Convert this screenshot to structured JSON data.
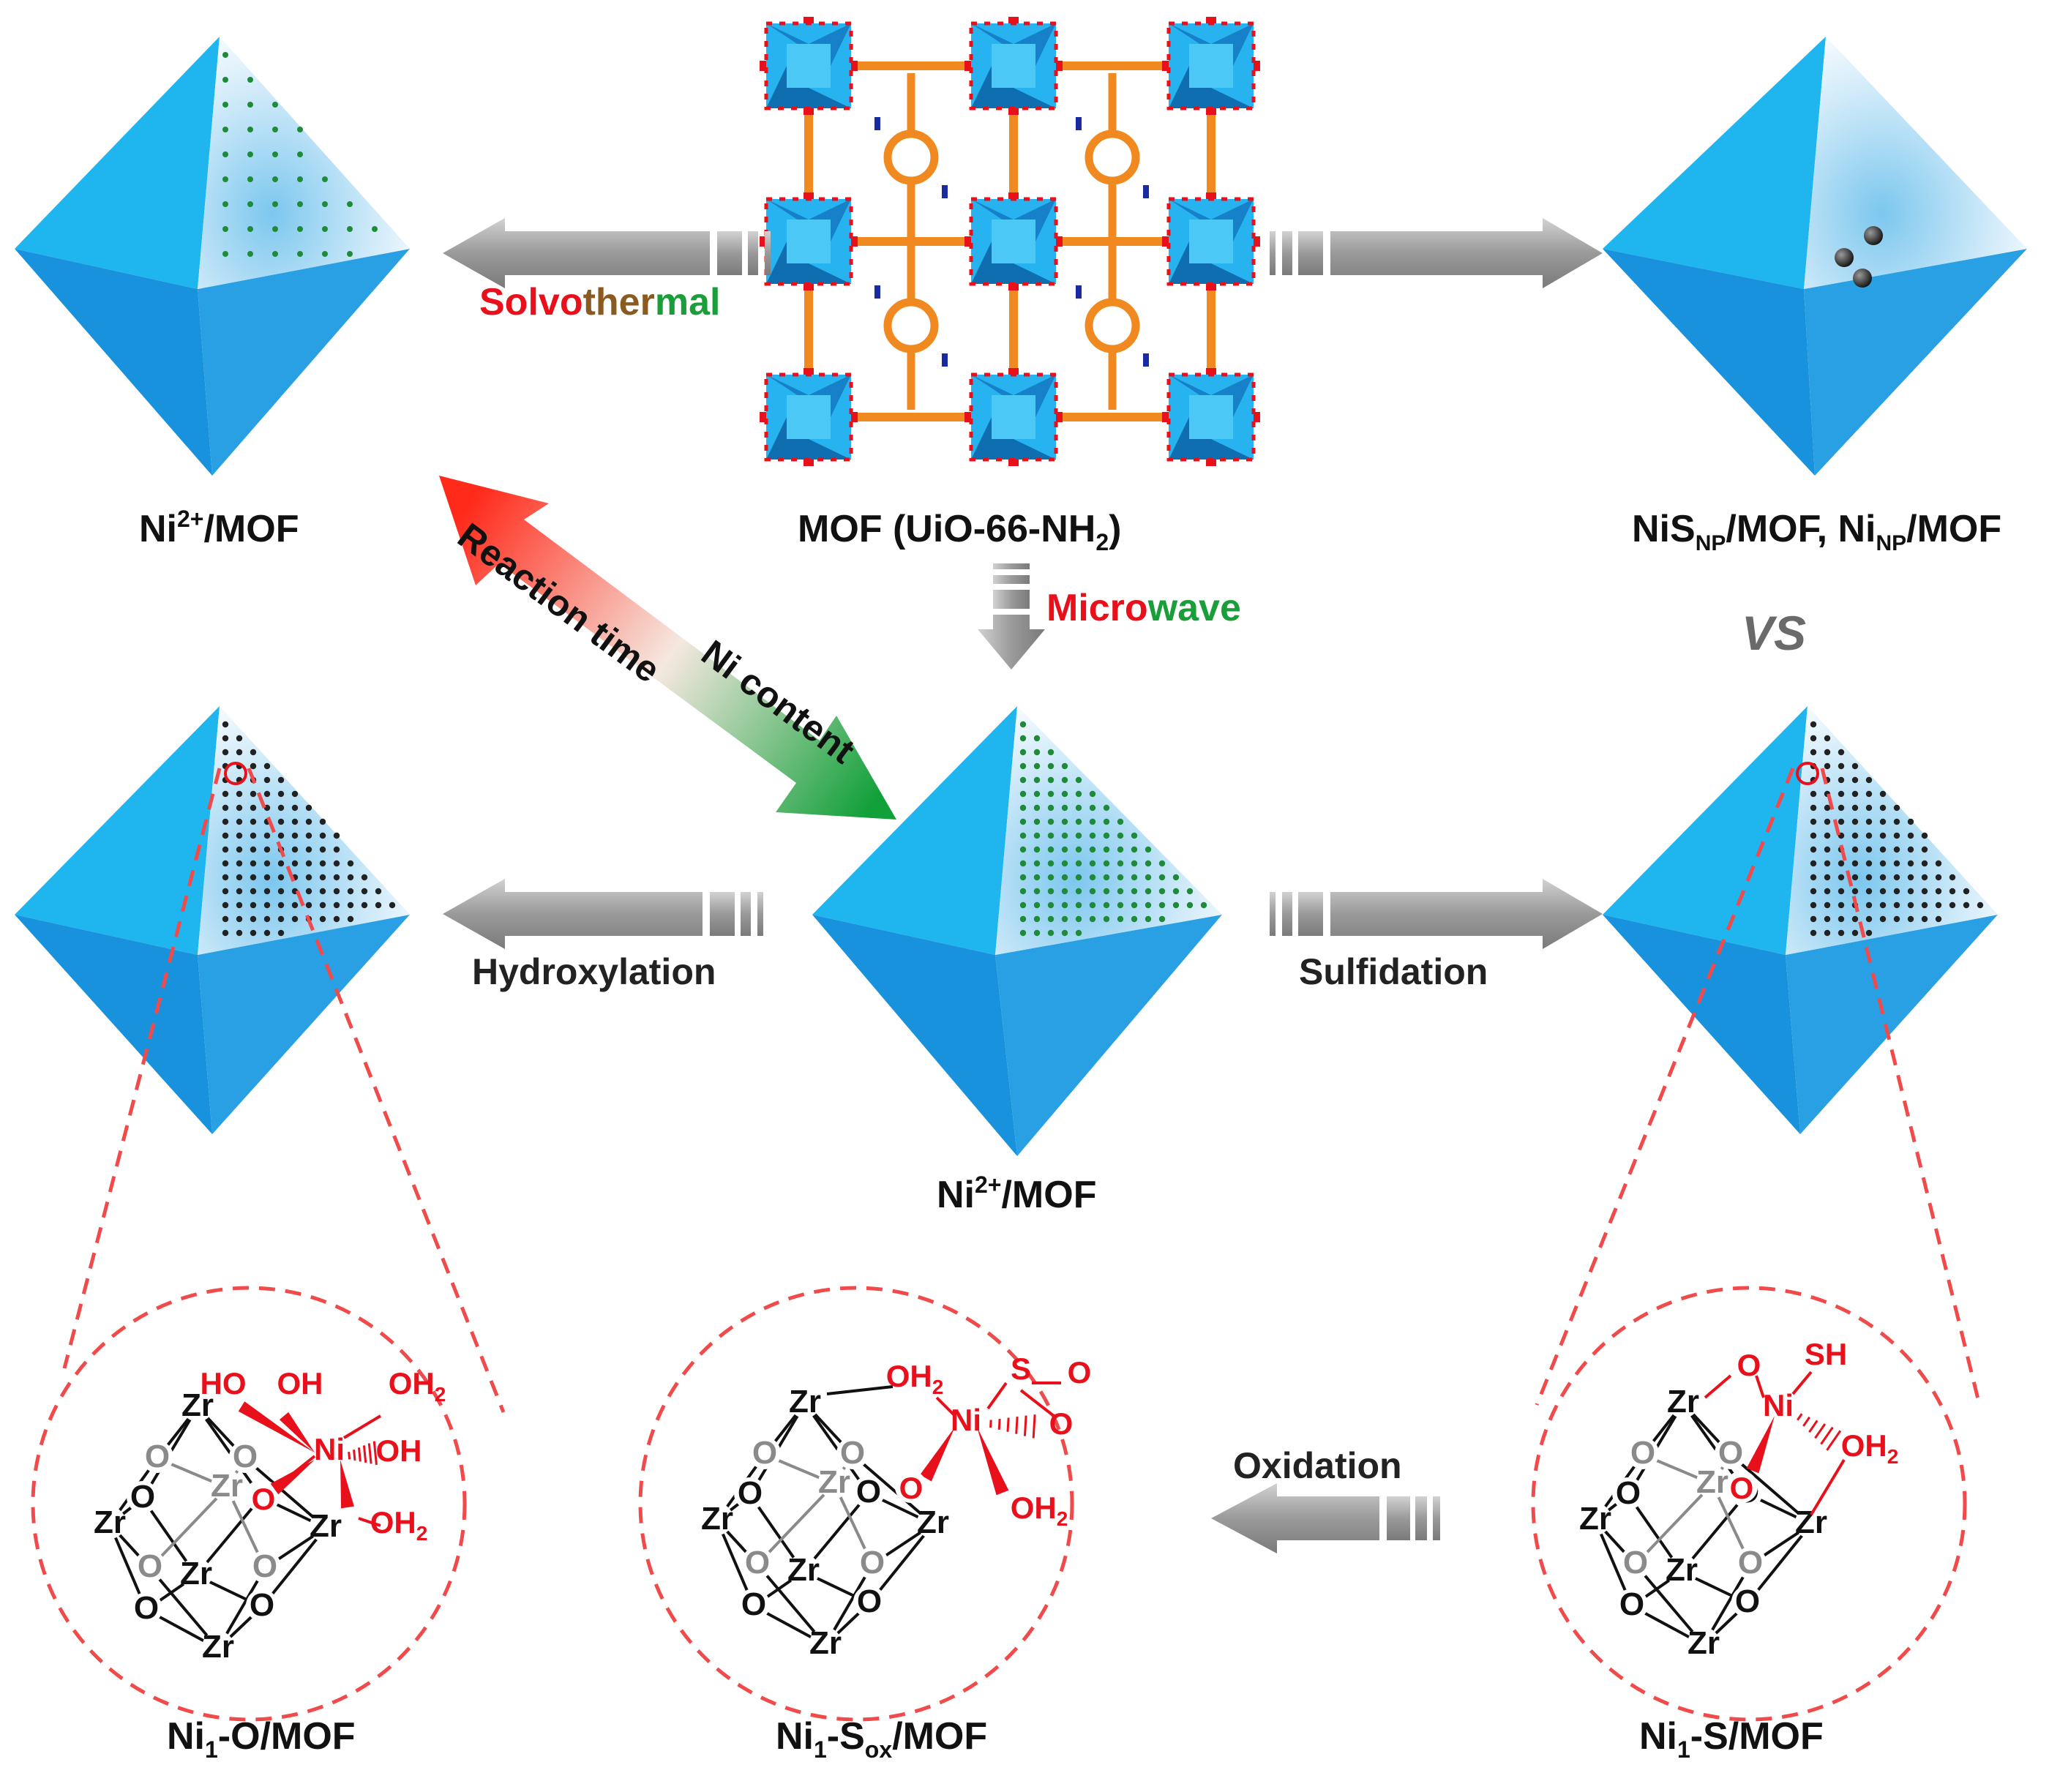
{
  "labels": {
    "mof": "MOF (UiO-66-NH",
    "mof_sub": "2",
    "mof_close": ")",
    "ni2_top": "Ni",
    "ni2_top_sup": "2+",
    "ni2_top_rest": "/MOF",
    "ni2_mid": "Ni",
    "ni2_mid_sup": "2+",
    "ni2_mid_rest": "/MOF",
    "np_a": "NiS",
    "np_a_sub": "NP",
    "np_b": "/MOF, Ni",
    "np_b_sub": "NP",
    "np_c": "/MOF",
    "vs": "VS",
    "ni1o": "Ni",
    "ni1o_sub": "1",
    "ni1o_rest": "-O/MOF",
    "ni1sox": "Ni",
    "ni1sox_sub": "1",
    "ni1sox_mid": "-S",
    "ni1sox_sub2": "ox",
    "ni1sox_rest": "/MOF",
    "ni1s": "Ni",
    "ni1s_sub": "1",
    "ni1s_rest": "-S/MOF"
  },
  "steps": {
    "solvothermal": [
      "Solvo",
      "ther",
      "mal"
    ],
    "microwave": [
      "Micro",
      "wave"
    ],
    "hydroxylation": "Hydroxylation",
    "sulfidation": "Sulfidation",
    "oxidation": "Oxidation",
    "reaction_time": "Reaction time",
    "ni_content": "Ni content"
  },
  "atoms": {
    "zr": "Zr",
    "o": "O",
    "ni": "Ni",
    "oh": "OH",
    "ho": "HO",
    "oh2": "OH",
    "two": "2",
    "s": "S",
    "sh": "SH"
  },
  "colors": {
    "octahedron_light": "#1fb6f0",
    "octahedron_dark": "#1992dd",
    "arrow_gray": "#9a9a9a",
    "red": "#e8101a",
    "green": "#1a9e3a",
    "ni_dot_green": "#1f8a3a",
    "np_dot": "#222222"
  }
}
